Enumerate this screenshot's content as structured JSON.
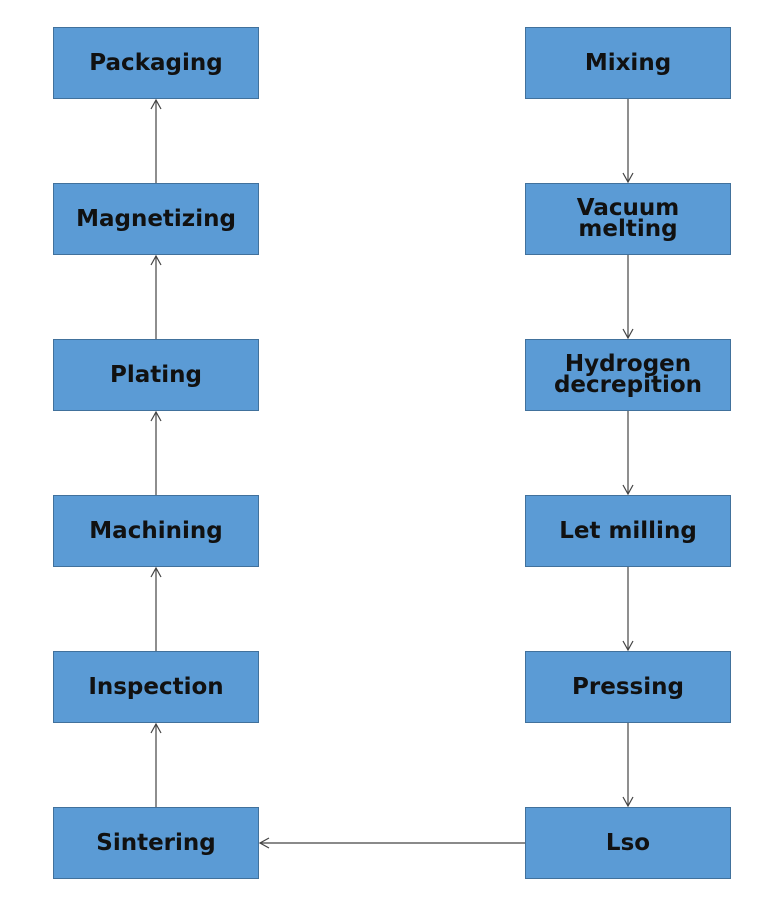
{
  "diagram": {
    "left_column": [
      {
        "id": "packaging",
        "label": "Packaging"
      },
      {
        "id": "magnetizing",
        "label": "Magnetizing"
      },
      {
        "id": "plating",
        "label": "Plating"
      },
      {
        "id": "machining",
        "label": "Machining"
      },
      {
        "id": "inspection",
        "label": "Inspection"
      },
      {
        "id": "sintering",
        "label": "Sintering"
      }
    ],
    "right_column": [
      {
        "id": "mixing",
        "label": "Mixing"
      },
      {
        "id": "vacuum-melting",
        "label": "Vacuum\nmelting"
      },
      {
        "id": "hydrogen-decrepition",
        "label": "Hydrogen\ndecrepition"
      },
      {
        "id": "let-milling",
        "label": "Let milling"
      },
      {
        "id": "pressing",
        "label": "Pressing"
      },
      {
        "id": "lso",
        "label": "Lso"
      }
    ],
    "edges": [
      [
        "mixing",
        "vacuum-melting"
      ],
      [
        "vacuum-melting",
        "hydrogen-decrepition"
      ],
      [
        "hydrogen-decrepition",
        "let-milling"
      ],
      [
        "let-milling",
        "pressing"
      ],
      [
        "pressing",
        "lso"
      ],
      [
        "lso",
        "sintering"
      ],
      [
        "sintering",
        "inspection"
      ],
      [
        "inspection",
        "machining"
      ],
      [
        "machining",
        "plating"
      ],
      [
        "plating",
        "magnetizing"
      ],
      [
        "magnetizing",
        "packaging"
      ]
    ],
    "colors": {
      "box_fill": "#5b9bd5",
      "box_border": "#41719c",
      "text": "#111111",
      "arrow": "#444444"
    }
  }
}
